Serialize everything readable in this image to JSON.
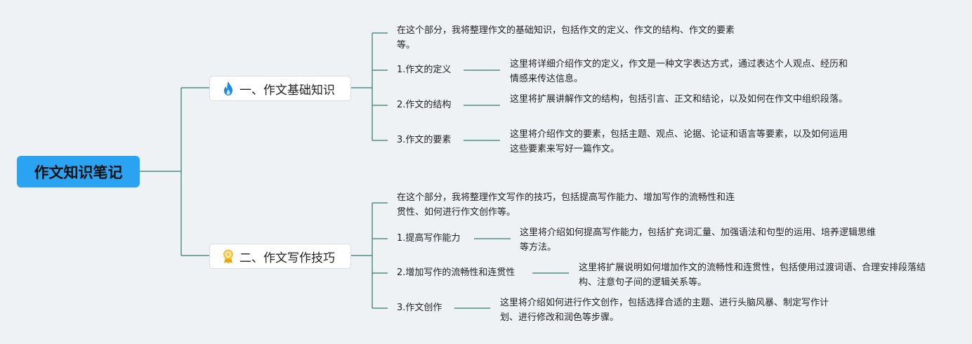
{
  "root": {
    "label": "作文知识笔记"
  },
  "colors": {
    "root_bg": "#29a3f2",
    "line": "#4e8e84",
    "background": "#eef2f4"
  },
  "branches": [
    {
      "label": "一、作文基础知识",
      "icon": "flame-icon",
      "intro": "在这个部分，我将整理作文的基础知识，包括作文的定义、作文的结构、作文的要素等。",
      "items": [
        {
          "label": "1.作文的定义",
          "desc": "这里将详细介绍作文的定义，作文是一种文字表达方式，通过表达个人观点、经历和情感来传达信息。"
        },
        {
          "label": "2.作文的结构",
          "desc": "这里将扩展讲解作文的结构，包括引言、正文和结论，以及如何在作文中组织段落。"
        },
        {
          "label": "3.作文的要素",
          "desc": "这里将介绍作文的要素，包括主题、观点、论据、论证和语言等要素，以及如何运用这些要素来写好一篇作文。"
        }
      ]
    },
    {
      "label": "二、作文写作技巧",
      "icon": "award-medal-icon",
      "intro": "在这个部分，我将整理作文写作的技巧，包括提高写作能力、增加写作的流畅性和连贯性、如何进行作文创作等。",
      "items": [
        {
          "label": "1.提高写作能力",
          "desc": "这里将介绍如何提高写作能力，包括扩充词汇量、加强语法和句型的运用、培养逻辑思维等方法。"
        },
        {
          "label": "2.增加写作的流畅性和连贯性",
          "desc": "这里将扩展说明如何增加作文的流畅性和连贯性，包括使用过渡词语、合理安排段落结构、注意句子间的逻辑关系等。"
        },
        {
          "label": "3.作文创作",
          "desc": "这里将介绍如何进行作文创作，包括选择合适的主题、进行头脑风暴、制定写作计划、进行修改和润色等步骤。"
        }
      ]
    }
  ]
}
